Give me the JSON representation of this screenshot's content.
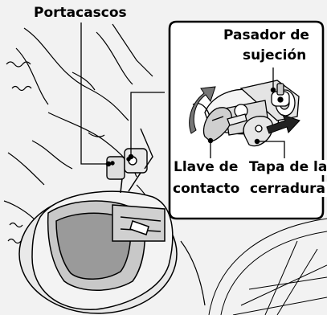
{
  "labels": {
    "helmet_holder": "Portacascos",
    "retaining_pin_line1": "Pasador de",
    "retaining_pin_line2": "sujeción",
    "ignition_key_line1": "Llave de",
    "ignition_key_line2": "contacto",
    "lock_cover_line1": "Tapa de la",
    "lock_cover_line2": "cerradura"
  },
  "colors": {
    "background": "#f2f2f2",
    "line": "#000000",
    "inset_fill": "#ffffff",
    "arrow_fill": "#222222",
    "rotation_arrow_fill": "#777777"
  },
  "icons": {
    "helmet": "motorcycle-helmet",
    "key": "ignition-key",
    "lock_cover": "lock-cover",
    "retaining_pin": "retaining-pin",
    "rotate_arrow": "counterclockwise-arrow",
    "push_arrow": "right-arrow"
  }
}
